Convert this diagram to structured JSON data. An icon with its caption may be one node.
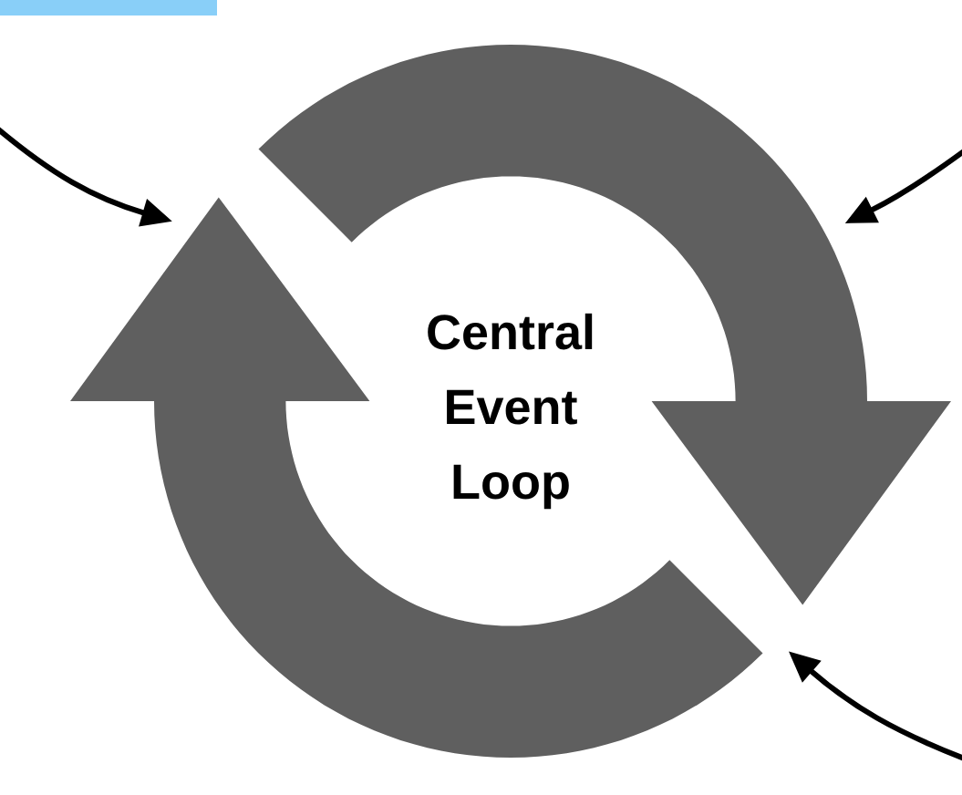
{
  "diagram": {
    "nodes": [
      {
        "text": [],
        "shape": "bar"
      },
      {
        "text": [
          "Central Event Loop"
        ]
      }
    ],
    "edges": [
      {
        "from": null,
        "to": 1,
        "arrow": "to"
      },
      {
        "from": null,
        "to": 1,
        "arrow": "to"
      },
      {
        "from": null,
        "to": 1,
        "arrow": "to"
      }
    ]
  }
}
